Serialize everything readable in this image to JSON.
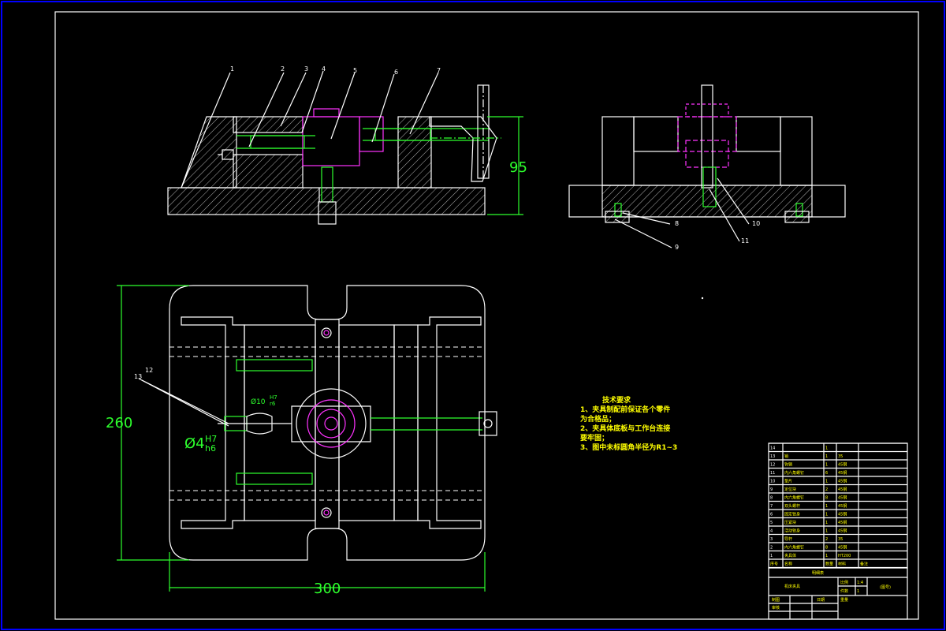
{
  "colors": {
    "outline": "#ffffff",
    "dimension": "#2dff2d",
    "hidden": "#ff33ff",
    "note": "#ffff00",
    "frame": "#0000ff"
  },
  "front_view_labels": [
    "1",
    "2",
    "3",
    "4",
    "5",
    "6",
    "7"
  ],
  "side_view_labels": [
    "8",
    "9",
    "10",
    "11"
  ],
  "top_view_labels": [
    "12",
    "13"
  ],
  "dimensions": {
    "height": "95",
    "width": "300",
    "depth": "260",
    "pin_fit": "Ø10",
    "pin_fit_tol_top": "H7",
    "pin_fit_tol_bot": "r6",
    "bore_fit": "Ø4",
    "bore_fit_tol_top": "H7",
    "bore_fit_tol_bot": "h6"
  },
  "notes": {
    "title": "技术要求",
    "lines": [
      "1、夹具制配前保证各个零件",
      "为合格品；",
      "2、夹具体底板与工作台连接",
      "要牢固；",
      "3、图中未标圆角半径为R1~3"
    ]
  },
  "bom": {
    "rows": [
      [
        "14",
        "",
        "1",
        ""
      ],
      [
        "13",
        "销",
        "1",
        "35"
      ],
      [
        "12",
        "钩销",
        "1",
        "45钢"
      ],
      [
        "11",
        "内六角螺钉",
        "6",
        "45钢"
      ],
      [
        "10",
        "垫片",
        "1",
        "45钢"
      ],
      [
        "9",
        "定位块",
        "2",
        "45钢"
      ],
      [
        "8",
        "内六角螺钉",
        "8",
        "45钢"
      ],
      [
        "7",
        "双头螺杆",
        "1",
        "45钢"
      ],
      [
        "6",
        "固定钳身",
        "1",
        "45钢"
      ],
      [
        "5",
        "压紧块",
        "1",
        "45钢"
      ],
      [
        "4",
        "活动钳身",
        "1",
        "45钢"
      ],
      [
        "3",
        "导杆",
        "2",
        "35"
      ],
      [
        "2",
        "内六角螺钉",
        "8",
        "45钢"
      ],
      [
        "1",
        "夹具体",
        "1",
        "HT200"
      ]
    ],
    "header": [
      "序号",
      "名称",
      "数量",
      "材料",
      "备注"
    ],
    "list_title": "明细表"
  },
  "title_block": {
    "drawing_name": "机床夹具",
    "scale_label": "比例",
    "scale": "1:4",
    "qty_label": "件数",
    "qty": "1",
    "code": "(图号)",
    "draw_label": "制图",
    "check_label": "审核",
    "date_label": "日期",
    "weight_label": "重量"
  }
}
